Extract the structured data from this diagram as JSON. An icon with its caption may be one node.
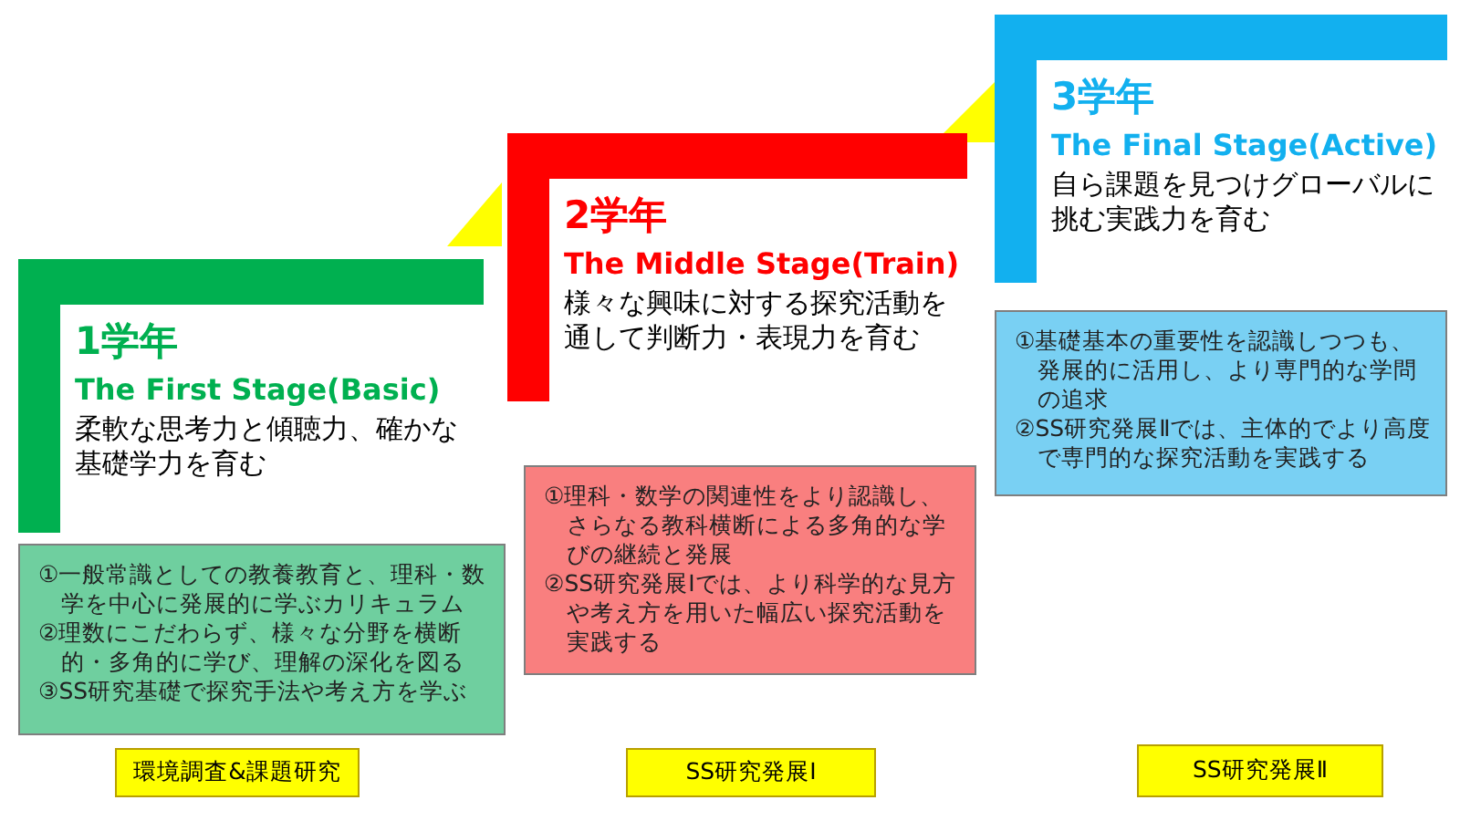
{
  "diagram": {
    "nodes": [
      {
        "text": [
          "1学年",
          "The First Stage(Basic)",
          "柔軟な思考力と傾聴力、確かな基礎学力を育む"
        ]
      },
      {
        "text": [
          "①一般常識としての教養教育と、理科・数学を中心に発展的に学ぶカリキュラム",
          "②理数にこだわらず、様々な分野を横断的・多角的に学び、理解の深化を図る",
          "③SS研究基礎で探究手法や考え方を学ぶ"
        ]
      },
      {
        "text": [
          "環境調査&課題研究"
        ]
      },
      {
        "text": [
          "2学年",
          "The Middle Stage(Train)",
          "様々な興味に対する探究活動を通して判断力・表現力を育む"
        ]
      },
      {
        "text": [
          "①理科・数学の関連性をより認識し、さらなる教科横断による多角的な学びの継続と発展",
          "②SS研究発展Ⅰでは、より科学的な見方や考え方を用いた幅広い探究活動を実践する"
        ]
      },
      {
        "text": [
          "SS研究発展Ⅰ"
        ]
      },
      {
        "text": [
          "3学年",
          "The Final Stage(Active)",
          "自ら課題を見つけグローバルに挑む実践力を育む"
        ]
      },
      {
        "text": [
          "①基礎基本の重要性を認識しつつも、発展的に活用し、より専門的な学問の追求",
          "②SS研究発展Ⅱでは、主体的でより高度で専門的な探究活動を実践する"
        ]
      },
      {
        "text": [
          "SS研究発展Ⅱ"
        ]
      }
    ],
    "edges": []
  }
}
